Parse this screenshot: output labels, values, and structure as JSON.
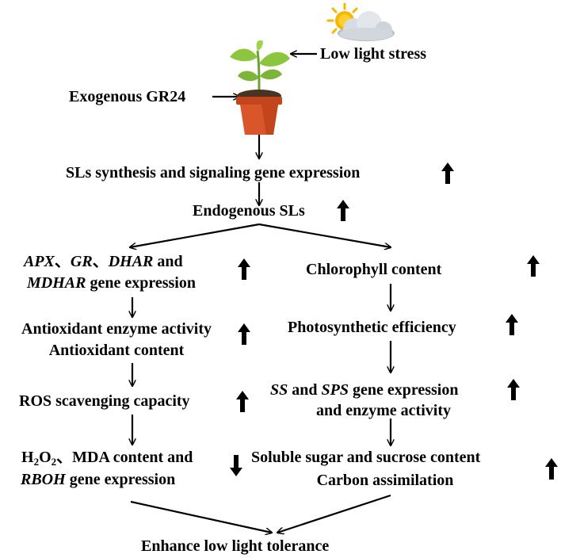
{
  "inputs": {
    "stress": "Low light stress",
    "treatment": "Exogenous GR24"
  },
  "pathway": {
    "synthesis": "SLs synthesis and signaling gene expression",
    "endogenous": "Endogenous SLs",
    "outcome": "Enhance low light tolerance"
  },
  "left_branch": {
    "genes_a": {
      "g1": "APX",
      "s1": "、",
      "g2": "GR",
      "s2": "、",
      "g3": "DHAR",
      "tail": " and"
    },
    "genes_b": {
      "g1": "MDHAR",
      "tail": " gene expression"
    },
    "enzyme_1": "Antioxidant enzyme activity",
    "enzyme_2": "Antioxidant content",
    "ros": "ROS scavenging capacity",
    "h2o2": {
      "h": "H",
      "sub": "2",
      "o": "O",
      "sub2": "2",
      "rest": "、MDA content and"
    },
    "rboh": {
      "g": "RBOH",
      "tail": " gene expression"
    }
  },
  "right_branch": {
    "chlorophyll": "Chlorophyll content",
    "photo": "Photosynthetic efficiency",
    "ss": {
      "g1": "SS",
      "mid": " and ",
      "g2": "SPS",
      "tail": " gene expression"
    },
    "ss_2": "and enzyme activity",
    "sugar_1": "Soluble sugar and sucrose content",
    "sugar_2": "Carbon assimilation"
  },
  "icons": {
    "sun": "sun-icon",
    "cloud": "cloud-icon",
    "plant": "seedling-pot-icon",
    "increase": "up-arrow-icon",
    "decrease": "down-arrow-icon"
  },
  "colors": {
    "text": "#000000",
    "pot": "#d9562a",
    "pot_rim": "#c2451c",
    "leaf": "#8cc63f",
    "soil": "#4a3323",
    "sun": "#f5b700",
    "cloud": "#cfd3da"
  }
}
